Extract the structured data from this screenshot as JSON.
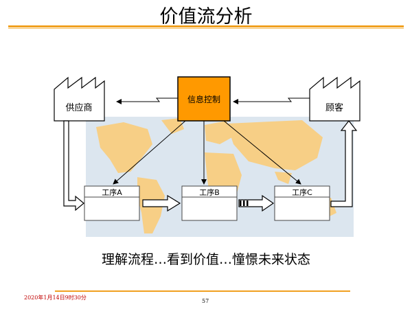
{
  "slide": {
    "title": "价值流分析",
    "caption": "理解流程…看到价值…憧憬未来状态",
    "footer_date": "2020年1月14日9时30分",
    "page_number": "57"
  },
  "diagram": {
    "control": "信息控制",
    "supplier": "供应商",
    "customer": "顾客",
    "processes": [
      "工序A",
      "工序B",
      "工序C"
    ]
  },
  "colors": {
    "accent": "#f0a020",
    "control_fill": "#ff9900",
    "footer_date": "#c00000",
    "map_land": "#f7cf86",
    "map_water": "#dce6ef"
  },
  "icons": {
    "factory": "factory-icon",
    "electronic_arrow": "lightning-arrow-icon",
    "push_arrow": "push-arrow-icon"
  }
}
